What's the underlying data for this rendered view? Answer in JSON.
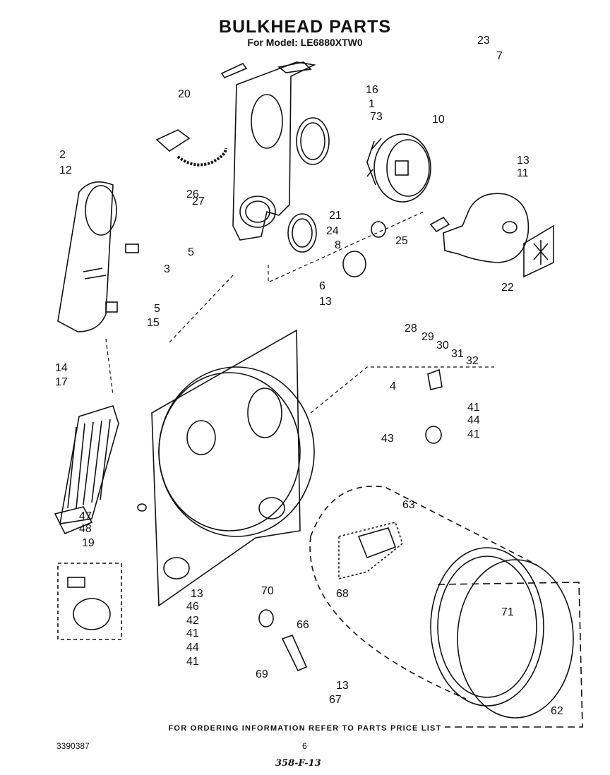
{
  "page": {
    "title": "BULKHEAD PARTS",
    "subtitle": "For Model: LE6880XTW0",
    "footer_note": "FOR ORDERING INFORMATION REFER TO PARTS PRICE LIST",
    "doc_code": "3390387",
    "page_number": "6",
    "handwritten": "358-F-13"
  },
  "callouts": [
    "23",
    "7",
    "16",
    "1",
    "73",
    "10",
    "20",
    "13",
    "11",
    "2",
    "12",
    "21",
    "24",
    "26",
    "27",
    "8",
    "25",
    "5",
    "3",
    "6",
    "22",
    "13",
    "5",
    "15",
    "28",
    "29",
    "30",
    "31",
    "32",
    "14",
    "17",
    "4",
    "41",
    "44",
    "43",
    "41",
    "63",
    "47",
    "48",
    "19",
    "68",
    "13",
    "70",
    "46",
    "66",
    "42",
    "71",
    "41",
    "44",
    "41",
    "69",
    "13",
    "67",
    "62"
  ],
  "colors": {
    "ink": "#111111",
    "paper": "#ffffff"
  }
}
